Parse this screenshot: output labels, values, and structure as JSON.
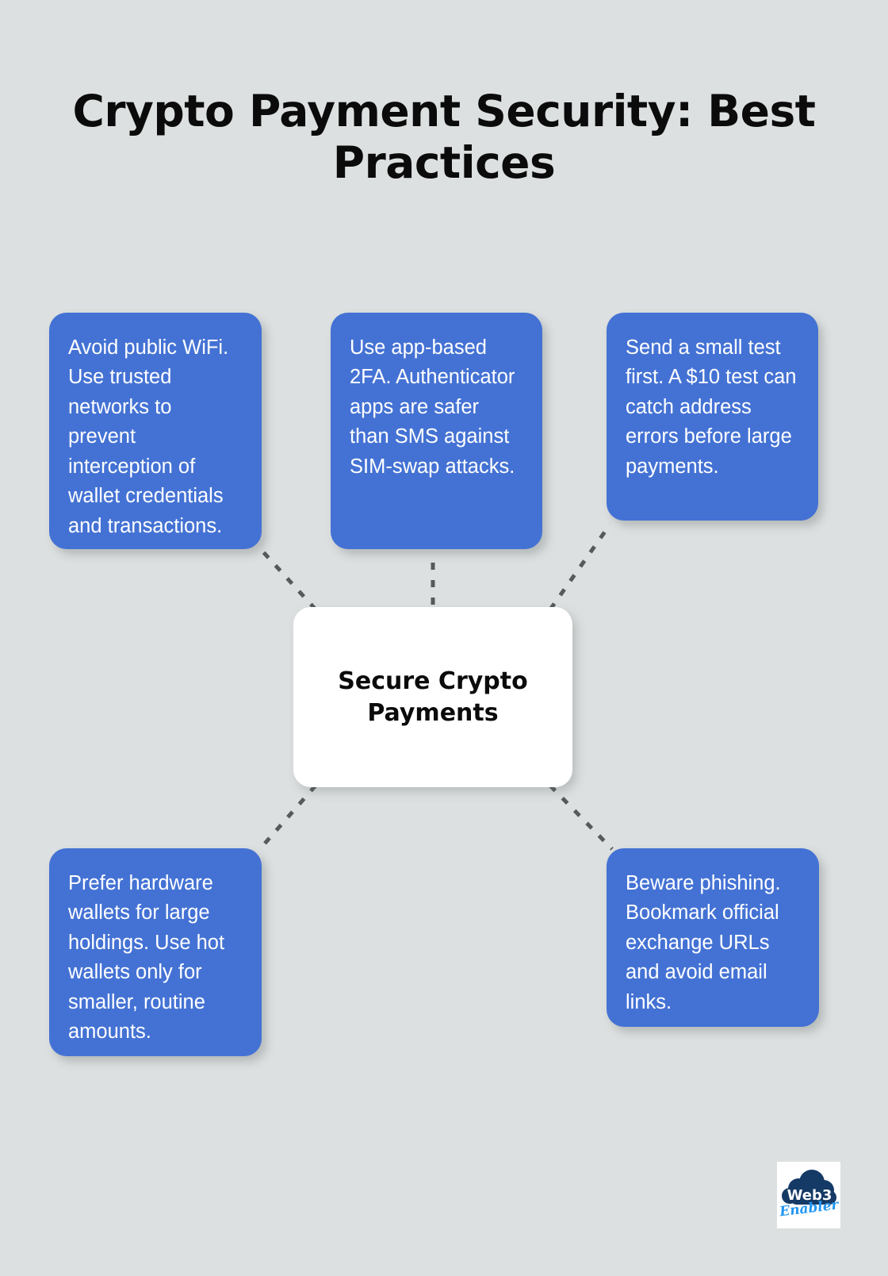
{
  "page": {
    "title": "Crypto Payment Security: Best Practices",
    "background_color": "#dde0e0",
    "branch_color": "#4472d4",
    "center_color": "#ffffff",
    "connector_color": "#555a5a",
    "text_color_on_branch": "#ffffff",
    "text_color_dark": "#0b0b0b"
  },
  "diagram": {
    "type": "mind-map",
    "center": {
      "label": "Secure Crypto Payments"
    },
    "branches": [
      {
        "id": "wifi",
        "position": "top-left",
        "text": "Avoid public WiFi. Use trusted networks to prevent interception of wallet credentials and transactions."
      },
      {
        "id": "2fa",
        "position": "top-center",
        "text": "Use app-based 2FA. Authenticator apps are safer than SMS against SIM-swap attacks."
      },
      {
        "id": "test",
        "position": "top-right",
        "text": "Send a small test first. A $10 test can catch address errors before large payments."
      },
      {
        "id": "hardware",
        "position": "bottom-left",
        "text": "Prefer hardware wallets for large holdings. Use hot wallets only for smaller, routine amounts."
      },
      {
        "id": "phishing",
        "position": "bottom-right",
        "text": "Beware phishing. Bookmark official exchange URLs and avoid email links."
      }
    ]
  },
  "logo": {
    "name": "web3-enabler-logo",
    "word_mark": "Web3",
    "script_mark": "Enabler",
    "cloud_color": "#153a66",
    "script_color": "#2196f3"
  }
}
